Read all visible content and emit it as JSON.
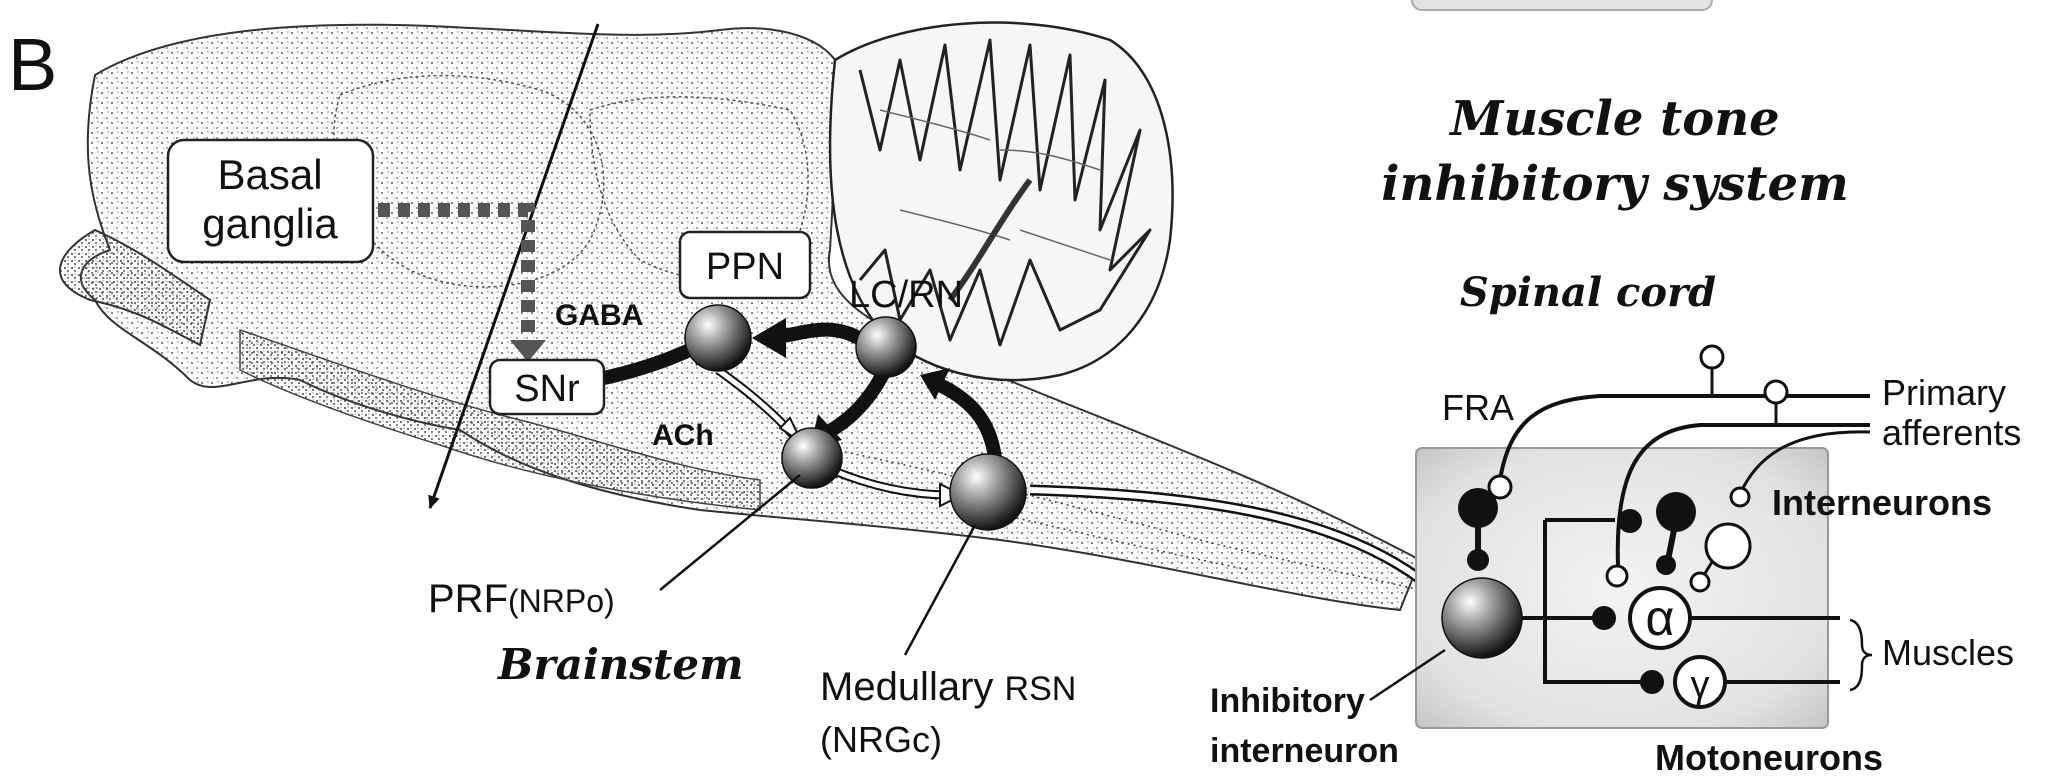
{
  "panel_letter": "B",
  "brainstem": {
    "section_title": "Brainstem",
    "basal_ganglia_line1": "Basal",
    "basal_ganglia_line2": "ganglia",
    "ppn": "PPN",
    "snr": "SNr",
    "gaba": "GABA",
    "lc_rn": "LC/RN",
    "ach": "ACh",
    "prf": "PRF",
    "prf_sub": "(NRPo)",
    "medullary_line1_a": "Medullary ",
    "medullary_line1_b": "RSN",
    "medullary_line2": "(NRGc)"
  },
  "spinal": {
    "title_line1": "Muscle tone",
    "title_line2": "inhibitory system",
    "spinal_cord": "Spinal cord",
    "fra": "FRA",
    "primary_line1": "Primary",
    "primary_line2": "afferents",
    "interneurons": "Interneurons",
    "alpha": "α",
    "gamma": "γ",
    "muscles": "Muscles",
    "inhibitory_line1": "Inhibitory",
    "inhibitory_line2": "interneuron",
    "motoneurons": "Motoneurons"
  },
  "colors": {
    "neuron_dark": "#1a1a1a",
    "neuron_light": "#d8d8d8",
    "dashed_pathway": "#555555",
    "spinal_box": "#d9d9d9"
  }
}
